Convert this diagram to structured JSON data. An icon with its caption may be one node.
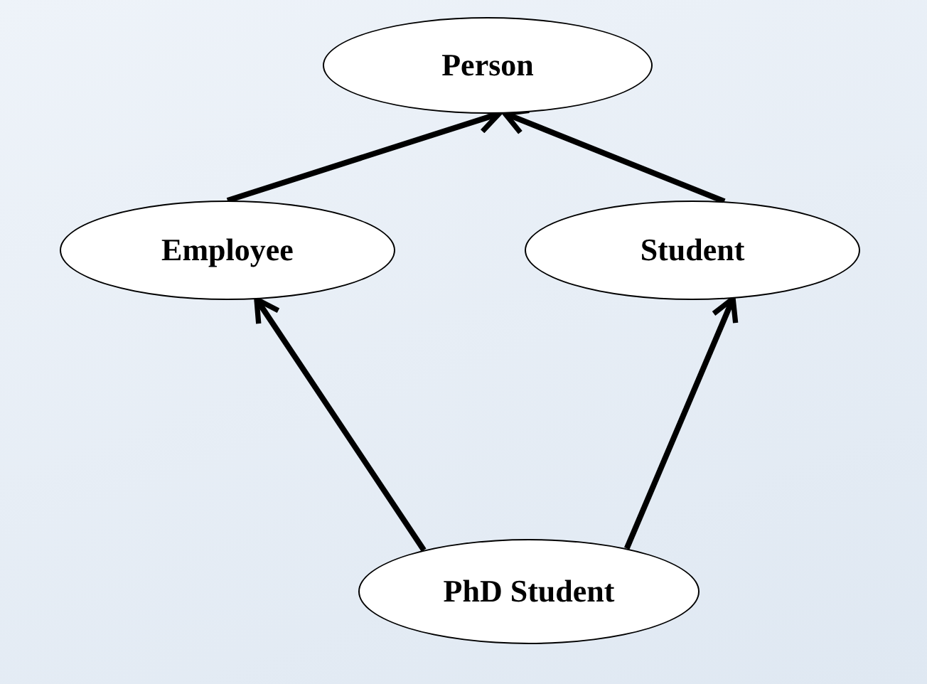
{
  "diagram": {
    "nodes": [
      {
        "text": [
          "Person"
        ]
      },
      {
        "text": [
          "Employee"
        ]
      },
      {
        "text": [
          "Student"
        ]
      },
      {
        "text": [
          "PhD Student"
        ]
      }
    ],
    "edges": [
      {
        "from": 1,
        "to": 0,
        "arrow": "to"
      },
      {
        "from": 2,
        "to": 0,
        "arrow": "to"
      },
      {
        "from": 3,
        "to": 1,
        "arrow": "to"
      },
      {
        "from": 3,
        "to": 2,
        "arrow": "to"
      }
    ]
  }
}
